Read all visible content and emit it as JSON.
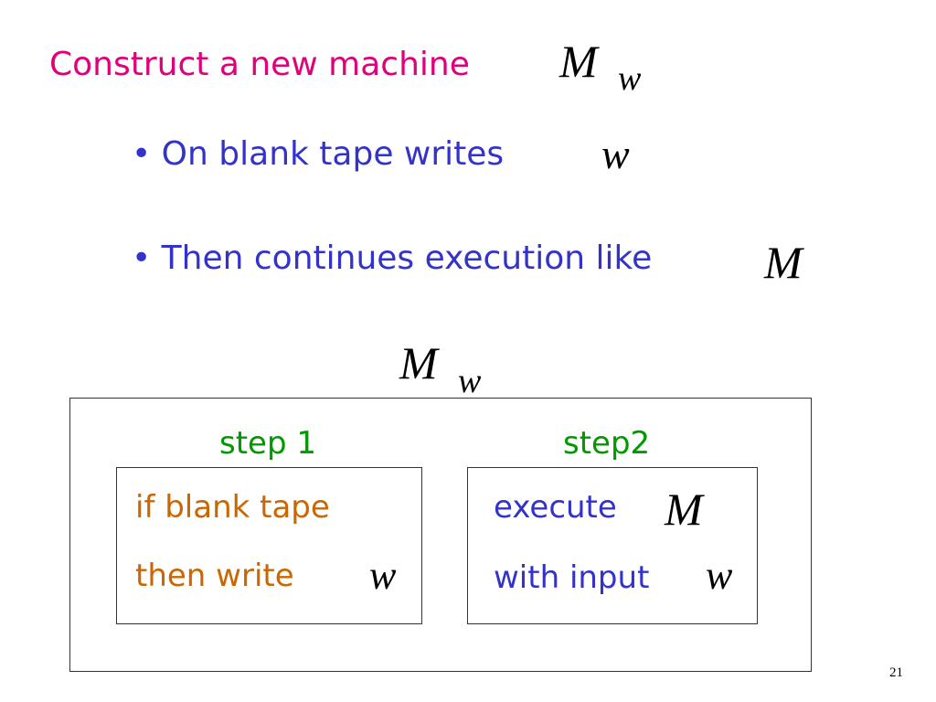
{
  "title": {
    "text": "Construct a new machine",
    "symbol": "M",
    "subscript": "w",
    "color": "#e0007a"
  },
  "bullets": [
    {
      "text": "• On blank tape writes",
      "math": "w"
    },
    {
      "text": "• Then continues execution like",
      "math": "M"
    }
  ],
  "diagram": {
    "label_symbol": "M",
    "label_subscript": "w",
    "steps": [
      {
        "label": "step 1",
        "line1": "if blank tape",
        "line2": "then write",
        "line2_math": "w"
      },
      {
        "label": "step2",
        "line1": "execute",
        "line1_math": "M",
        "line2": "with input",
        "line2_math": "w"
      }
    ],
    "colors": {
      "step_label": "#009900",
      "step1_text": "#cc6600",
      "step2_text": "#3333cc"
    }
  },
  "page_number": "21"
}
